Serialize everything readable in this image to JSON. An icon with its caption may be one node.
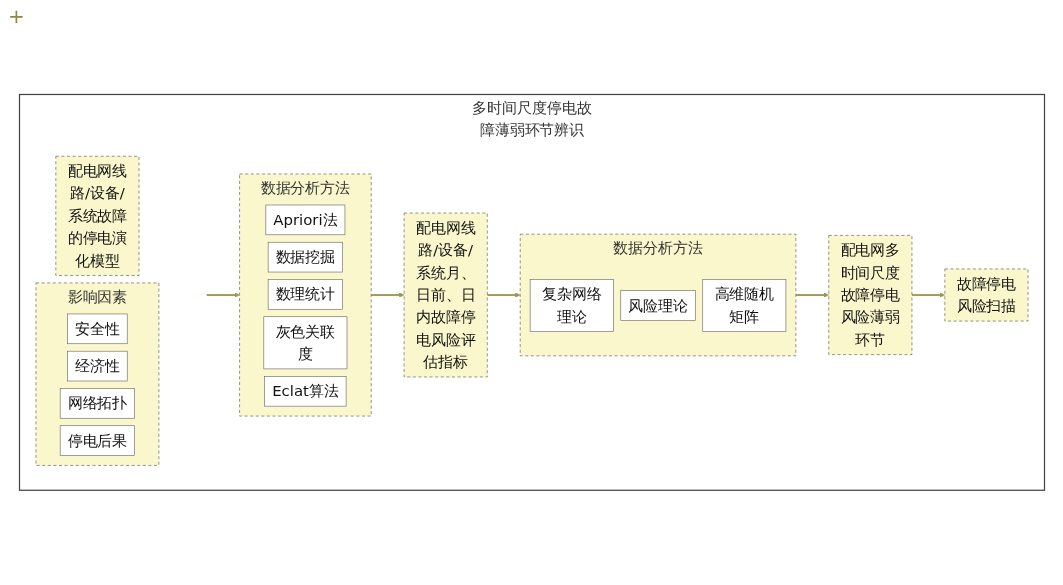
{
  "diagram": {
    "nodes": [
      {
        "text": [
          "多时间尺度停电故障薄弱环节辨识"
        ]
      },
      {
        "text": [
          "配电网线路/设备/系统故障的停电演化模型"
        ],
        "in": 0
      },
      {
        "text": [
          "影响因素"
        ],
        "in": 0
      },
      {
        "text": [
          "安全性"
        ],
        "in": 2
      },
      {
        "text": [
          "经济性"
        ],
        "in": 2
      },
      {
        "text": [
          "网络拓扑"
        ],
        "in": 2
      },
      {
        "text": [
          "停电后果"
        ],
        "in": 2
      },
      {
        "text": [
          "数据分析方法"
        ],
        "in": 0
      },
      {
        "text": [
          "Apriori法"
        ],
        "in": 7
      },
      {
        "text": [
          "数据挖掘"
        ],
        "in": 7
      },
      {
        "text": [
          "数理统计"
        ],
        "in": 7
      },
      {
        "text": [
          "灰色关联度"
        ],
        "in": 7
      },
      {
        "text": [
          "Eclat算法"
        ],
        "in": 7
      },
      {
        "text": [
          "配电网线路/设备/系统月、日前、日内故障停电风险评估指标"
        ],
        "in": 0
      },
      {
        "text": [
          "数据分析方法"
        ],
        "in": 0
      },
      {
        "text": [
          "复杂网络理论"
        ],
        "in": 14
      },
      {
        "text": [
          "风险理论"
        ],
        "in": 14
      },
      {
        "text": [
          "高维随机矩阵"
        ],
        "in": 14
      },
      {
        "text": [
          "配电网多时间尺度故障停电风险薄弱环节"
        ],
        "in": 0
      },
      {
        "text": [
          "故障停电风险扫描"
        ],
        "in": 0
      }
    ],
    "edges": [
      {
        "from": null,
        "to": 7,
        "arrow": "to"
      },
      {
        "from": 7,
        "to": 13,
        "arrow": "to"
      },
      {
        "from": 13,
        "to": 14,
        "arrow": "to"
      },
      {
        "from": 14,
        "to": 18,
        "arrow": "to"
      },
      {
        "from": 18,
        "to": 19,
        "arrow": "to"
      }
    ],
    "labels": [
      "+"
    ]
  }
}
